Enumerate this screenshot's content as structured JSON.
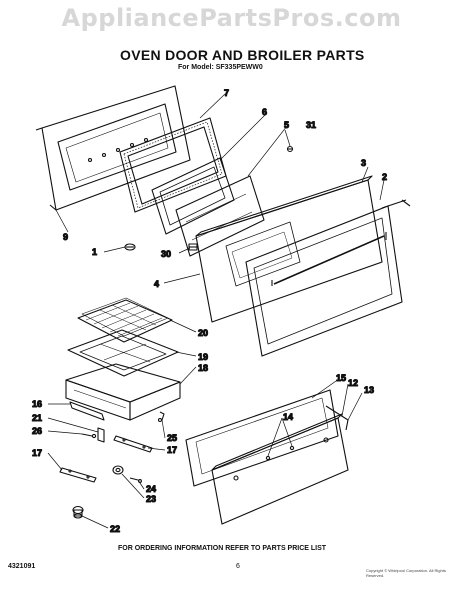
{
  "watermark": "AppliancePartsPros.com",
  "title": "OVEN DOOR AND BROILER PARTS",
  "model_line": "For Model: SF335PEWW0",
  "footer_note": "FOR ORDERING INFORMATION REFER TO PARTS PRICE LIST",
  "doc_number": "4321091",
  "page_number": "6",
  "copyright": "Copyright © Whirlpool Corporation. All Rights Reserved.",
  "callouts": {
    "c1": "1",
    "c2": "2",
    "c3": "3",
    "c4": "4",
    "c5": "5",
    "c6": "6",
    "c7": "7",
    "c9": "9",
    "c12": "12",
    "c13": "13",
    "c14": "14",
    "c15": "15",
    "c16": "16",
    "c17a": "17",
    "c17b": "17",
    "c18": "18",
    "c19": "19",
    "c20": "20",
    "c21": "21",
    "c22": "22",
    "c23": "23",
    "c24": "24",
    "c25": "25",
    "c26": "26",
    "c30": "30",
    "c31": "31"
  }
}
